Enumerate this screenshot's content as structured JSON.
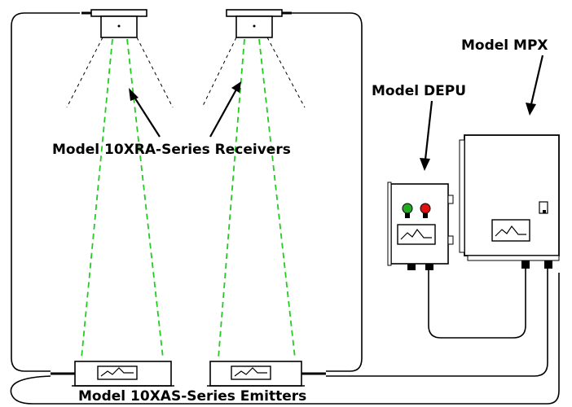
{
  "labels": {
    "receivers": "Model 10XRA-Series Receivers",
    "emitters": "Model 10XAS-Series Emitters",
    "depu": "Model DEPU",
    "mpx": "Model MPX"
  },
  "colors": {
    "beam": "#22cc22",
    "line": "#000000",
    "indicator_green": "#22aa22",
    "indicator_red": "#dd1111"
  }
}
